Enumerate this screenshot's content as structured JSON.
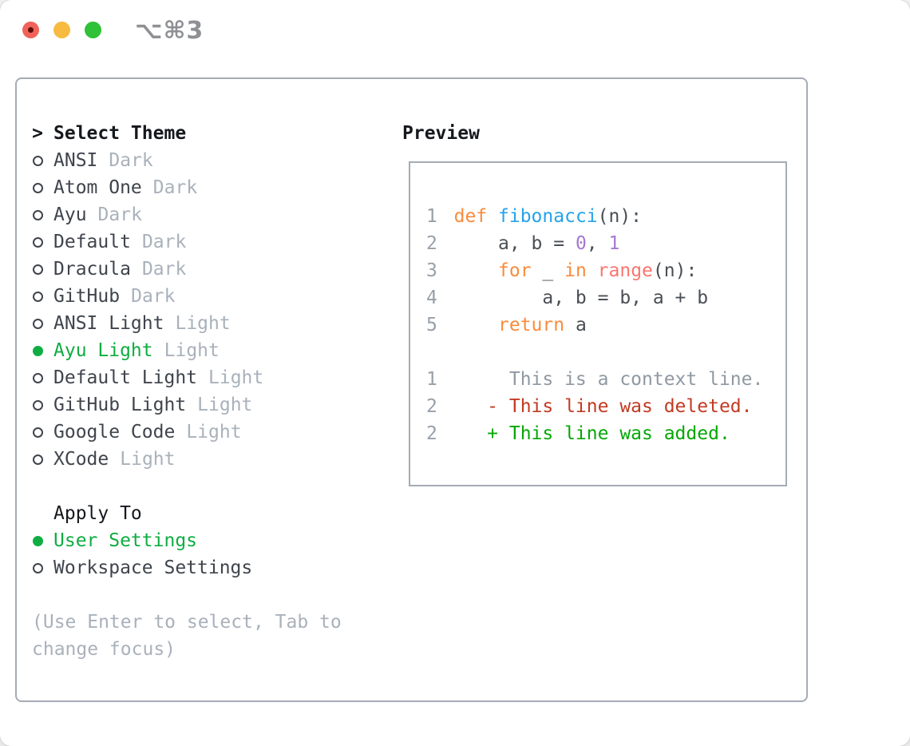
{
  "titlebar": {
    "shortcut": "⌥⌘3"
  },
  "colors": {
    "heading": "#15181c",
    "text": "#3f444c",
    "tag": "#a9b1bb",
    "sel": "#0fad41",
    "border": "#a5acb4",
    "titlebar_text": "#8f9094",
    "tl_red": "#f0625a",
    "tl_red_dot": "#5c0e05",
    "tl_yellow": "#f6bb40",
    "tl_green": "#2fc138",
    "code": "#4a4f55",
    "ln": "#97a0aa",
    "ctx": "#8f99a3",
    "kw": "#f98b3d",
    "fn": "#25a3ea",
    "num": "#a577d1",
    "coral": "#f9766f",
    "del": "#c23a22",
    "add": "#05a705"
  },
  "theme_panel": {
    "prompt": ">",
    "title": "Select Theme",
    "items": [
      {
        "label": "ANSI",
        "tag": "Dark",
        "selected": false
      },
      {
        "label": "Atom One",
        "tag": "Dark",
        "selected": false
      },
      {
        "label": "Ayu",
        "tag": "Dark",
        "selected": false
      },
      {
        "label": "Default",
        "tag": "Dark",
        "selected": false
      },
      {
        "label": "Dracula",
        "tag": "Dark",
        "selected": false
      },
      {
        "label": "GitHub",
        "tag": "Dark",
        "selected": false
      },
      {
        "label": "ANSI Light",
        "tag": "Light",
        "selected": false
      },
      {
        "label": "Ayu Light",
        "tag": "Light",
        "selected": true
      },
      {
        "label": "Default Light",
        "tag": "Light",
        "selected": false
      },
      {
        "label": "GitHub Light",
        "tag": "Light",
        "selected": false
      },
      {
        "label": "Google Code",
        "tag": "Light",
        "selected": false
      },
      {
        "label": "XCode",
        "tag": "Light",
        "selected": false
      }
    ],
    "apply_to": {
      "title": "Apply To",
      "options": [
        {
          "label": "User Settings",
          "selected": true
        },
        {
          "label": "Workspace Settings",
          "selected": false
        }
      ]
    },
    "hint": "(Use Enter to select, Tab to change focus)"
  },
  "preview": {
    "title": "Preview",
    "lines": [
      {
        "num": "1",
        "tokens": [
          {
            "t": "def",
            "c": "kw"
          },
          {
            "t": " ",
            "c": "code"
          },
          {
            "t": "fibonacci",
            "c": "fn"
          },
          {
            "t": "(n):",
            "c": "code"
          }
        ]
      },
      {
        "num": "2",
        "tokens": [
          {
            "t": "    a, b = ",
            "c": "code"
          },
          {
            "t": "0",
            "c": "num"
          },
          {
            "t": ", ",
            "c": "code"
          },
          {
            "t": "1",
            "c": "num"
          }
        ]
      },
      {
        "num": "3",
        "tokens": [
          {
            "t": "    ",
            "c": "code"
          },
          {
            "t": "for",
            "c": "kw"
          },
          {
            "t": " _ ",
            "c": "code"
          },
          {
            "t": "in",
            "c": "kw"
          },
          {
            "t": " ",
            "c": "code"
          },
          {
            "t": "range",
            "c": "coral"
          },
          {
            "t": "(n):",
            "c": "code"
          }
        ]
      },
      {
        "num": "4",
        "tokens": [
          {
            "t": "        a, b = b, a + b",
            "c": "code"
          }
        ]
      },
      {
        "num": "5",
        "tokens": [
          {
            "t": "    ",
            "c": "code"
          },
          {
            "t": "return",
            "c": "kw"
          },
          {
            "t": " a",
            "c": "code"
          }
        ]
      },
      {
        "blank": true
      },
      {
        "num": "1",
        "tokens": [
          {
            "t": "     This is a context line.",
            "c": "ctx"
          }
        ]
      },
      {
        "num": "2",
        "tokens": [
          {
            "t": "   - This line was deleted.",
            "c": "del"
          }
        ]
      },
      {
        "num": "2",
        "tokens": [
          {
            "t": "   + This line was added.",
            "c": "add"
          }
        ]
      }
    ]
  }
}
